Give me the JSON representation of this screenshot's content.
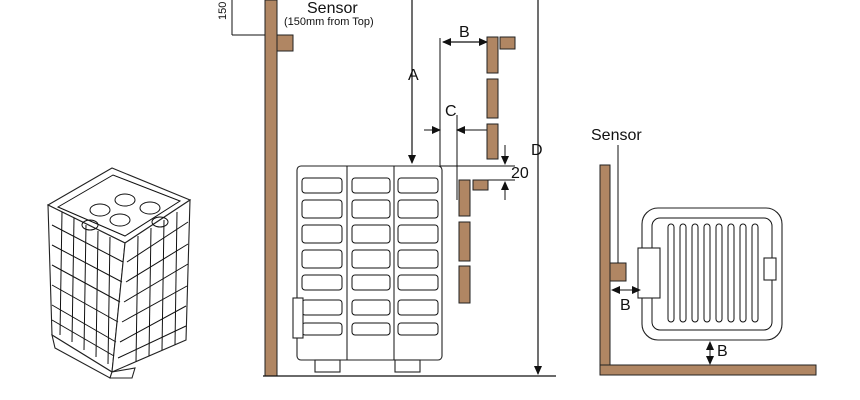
{
  "colors": {
    "wood": "#b08663",
    "line": "#111111",
    "background": "#ffffff"
  },
  "labels": {
    "dim_150": "150",
    "sensor_main": "Sensor",
    "sensor_note": "(150mm from Top)",
    "dim_a": "A",
    "dim_b_top": "B",
    "dim_c": "C",
    "dim_d": "D",
    "dim_20": "20",
    "sensor_plan": "Sensor",
    "dim_b_plan_left": "B",
    "dim_b_plan_bottom": "B"
  }
}
